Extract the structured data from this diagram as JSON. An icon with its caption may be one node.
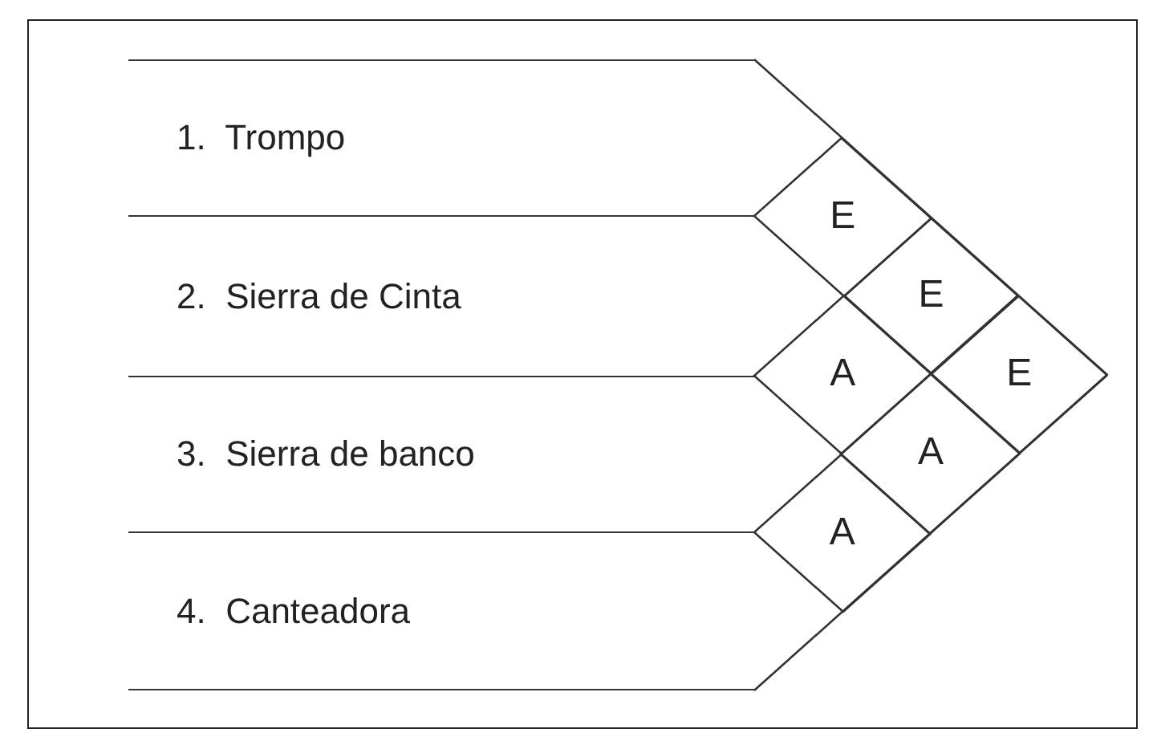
{
  "diagram": {
    "nodes": [
      {
        "text": [
          "1.  Trompo"
        ]
      },
      {
        "text": [
          "2.  Sierra de Cinta"
        ]
      },
      {
        "text": [
          "3.  Sierra de banco"
        ]
      },
      {
        "text": [
          "4.  Canteadora"
        ]
      },
      {
        "text": [
          "E"
        ]
      },
      {
        "text": [
          "E"
        ]
      },
      {
        "text": [
          "A"
        ]
      },
      {
        "text": [
          "E"
        ]
      },
      {
        "text": [
          "A"
        ]
      },
      {
        "text": [
          "A"
        ]
      }
    ]
  }
}
